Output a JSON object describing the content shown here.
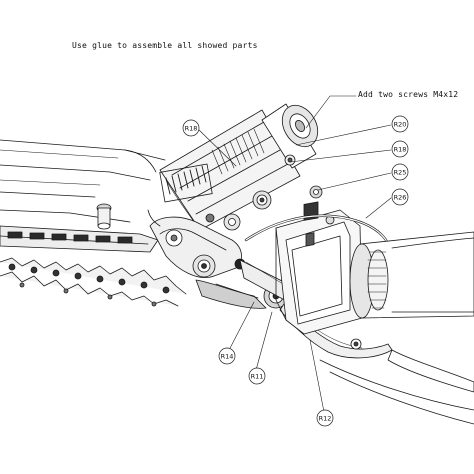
{
  "notes": {
    "assembly": "Use glue to assemble all showed parts",
    "screws": "Add two screws M4x12"
  },
  "callouts": [
    {
      "id": "R18-left",
      "label": "R18"
    },
    {
      "id": "R20",
      "label": "R20"
    },
    {
      "id": "R18-right",
      "label": "R18"
    },
    {
      "id": "R25",
      "label": "R25"
    },
    {
      "id": "R26",
      "label": "R26"
    },
    {
      "id": "R14",
      "label": "R14"
    },
    {
      "id": "R11",
      "label": "R11"
    },
    {
      "id": "R12",
      "label": "R12"
    }
  ],
  "colors": {
    "line": "#1a1a1a",
    "fill_light": "#f2f2f2",
    "fill_mid": "#d8d8d8",
    "fill_dark": "#9a9a9a",
    "background": "#ffffff"
  }
}
